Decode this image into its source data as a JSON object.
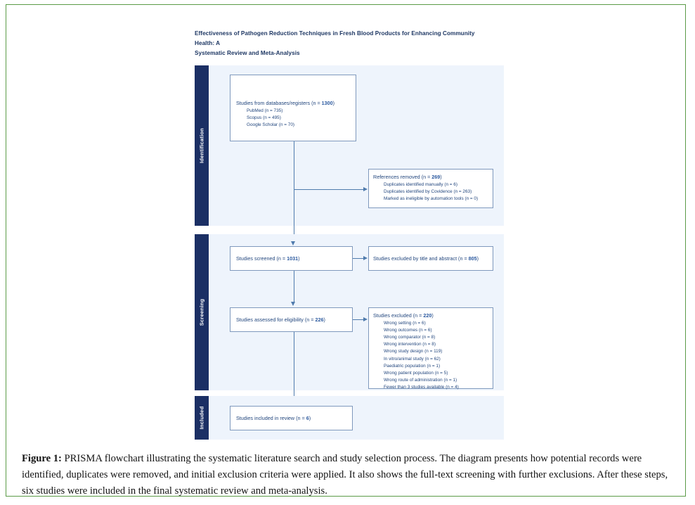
{
  "figure": {
    "title_line1": "Effectiveness of Pathogen Reduction Techniques in Fresh Blood Products for Enhancing Community Health: A",
    "title_line2": "Systematic Review and Meta-Analysis",
    "caption_label": "Figure 1:",
    "caption_text": " PRISMA flowchart illustrating the systematic literature search and study selection process. The diagram presents how potential records were identified, duplicates were removed, and initial exclusion criteria were applied. It also shows the full-text screening with further exclusions. After these steps, six studies were included in the final systematic review and meta-analysis."
  },
  "colors": {
    "page_border": "#5b9b47",
    "band_background": "#eef4fc",
    "sidebar": "#1b2f64",
    "box_border": "#7f99bd",
    "text_blue": "#23477e",
    "accent_number": "#2c5aa0",
    "connector": "#4f7bad",
    "title_blue": "#1f3864"
  },
  "phases": [
    {
      "id": "identification",
      "label": "Identification"
    },
    {
      "id": "screening",
      "label": "Screening"
    },
    {
      "id": "included",
      "label": "Included"
    }
  ],
  "nodes": {
    "databases": {
      "head_text": "Studies from databases/registers (n = ",
      "head_value": "1300",
      "head_suffix": ")",
      "items": [
        "PubMed (n = 735)",
        "Scopus (n = 495)",
        "Google Scholar (n = 70)"
      ]
    },
    "references_removed": {
      "head_text": "References removed (n = ",
      "head_value": "269",
      "head_suffix": ")",
      "items": [
        "Duplicates identified manually (n = 6)",
        "Duplicates identified by Covidence (n = 263)",
        "Marked as ineligible by automation tools (n = 0)"
      ]
    },
    "screened": {
      "head_text": "Studies screened (n = ",
      "head_value": "1031",
      "head_suffix": ")",
      "items": []
    },
    "excluded_title_abstract": {
      "head_text": "Studies excluded by title and abstract (n = ",
      "head_value": "805",
      "head_suffix": ")",
      "items": []
    },
    "assessed_eligibility": {
      "head_text": "Studies assessed for eligibility (n = ",
      "head_value": "226",
      "head_suffix": ")",
      "items": []
    },
    "excluded_fulltext": {
      "head_text": "Studies excluded (n = ",
      "head_value": "220",
      "head_suffix": ")",
      "items": [
        "Wrong setting (n = 6)",
        "Wrong outcomes (n = 6)",
        "Wrong comparator (n = 8)",
        "Wrong intervention (n = 8)",
        "Wrong study design (n = 119)",
        "In vitro/animal study (n = 62)",
        "Paediatric population (n = 1)",
        "Wrong patient population (n = 5)",
        "Wrong route of administration (n = 1)",
        "Fewer than 3 studies available (n = 4)"
      ]
    },
    "included_review": {
      "head_text": "Studies included in review (n = ",
      "head_value": "6",
      "head_suffix": ")",
      "items": []
    }
  },
  "chart_data": {
    "type": "diagram",
    "diagram_kind": "PRISMA flow diagram",
    "title": "Effectiveness of Pathogen Reduction Techniques in Fresh Blood Products for Enhancing Community Health: A Systematic Review and Meta-Analysis",
    "flow": [
      {
        "phase": "Identification",
        "node": "Studies from databases/registers",
        "n": 1300,
        "breakdown": [
          {
            "label": "PubMed",
            "n": 735
          },
          {
            "label": "Scopus",
            "n": 495
          },
          {
            "label": "Google Scholar",
            "n": 70
          }
        ]
      },
      {
        "phase": "Identification",
        "node": "References removed",
        "n": 269,
        "excluded": true,
        "breakdown": [
          {
            "label": "Duplicates identified manually",
            "n": 6
          },
          {
            "label": "Duplicates identified by Covidence",
            "n": 263
          },
          {
            "label": "Marked as ineligible by automation tools",
            "n": 0
          }
        ]
      },
      {
        "phase": "Screening",
        "node": "Studies screened",
        "n": 1031,
        "breakdown": []
      },
      {
        "phase": "Screening",
        "node": "Studies excluded by title and abstract",
        "n": 805,
        "excluded": true,
        "breakdown": []
      },
      {
        "phase": "Screening",
        "node": "Studies assessed for eligibility",
        "n": 226,
        "breakdown": []
      },
      {
        "phase": "Screening",
        "node": "Studies excluded",
        "n": 220,
        "excluded": true,
        "breakdown": [
          {
            "label": "Wrong setting",
            "n": 6
          },
          {
            "label": "Wrong outcomes",
            "n": 6
          },
          {
            "label": "Wrong comparator",
            "n": 8
          },
          {
            "label": "Wrong intervention",
            "n": 8
          },
          {
            "label": "Wrong study design",
            "n": 119
          },
          {
            "label": "In vitro/animal study",
            "n": 62
          },
          {
            "label": "Paediatric population",
            "n": 1
          },
          {
            "label": "Wrong patient population",
            "n": 5
          },
          {
            "label": "Wrong route of administration",
            "n": 1
          },
          {
            "label": "Fewer than 3 studies available",
            "n": 4
          }
        ]
      },
      {
        "phase": "Included",
        "node": "Studies included in review",
        "n": 6,
        "breakdown": []
      }
    ]
  }
}
